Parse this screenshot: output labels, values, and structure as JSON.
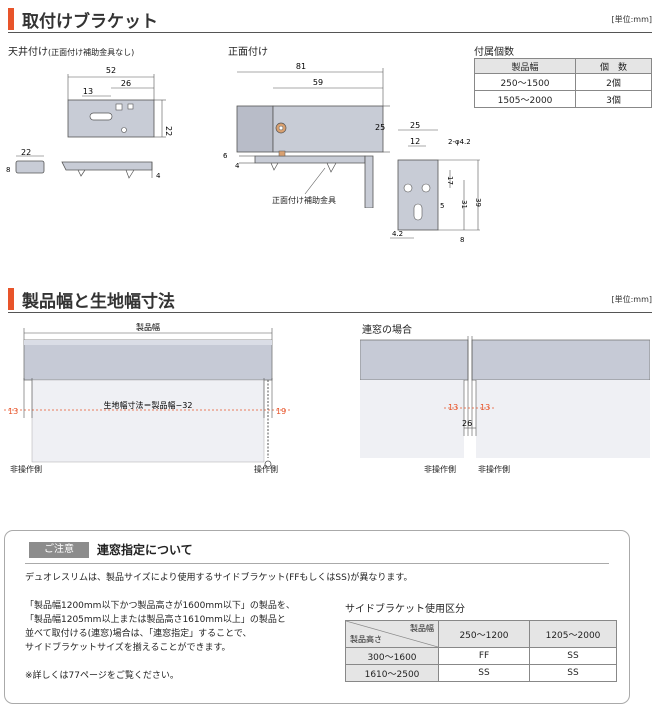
{
  "section1": {
    "title": "取付けブラケット",
    "unit": "[単位:mm]",
    "ceiling_label": "天井付け",
    "ceiling_note": "(正面付け補助金具なし)",
    "front_label": "正面付け",
    "aux_label": "正面付け補助金具",
    "dims_ceiling": [
      "52",
      "26",
      "13",
      "22",
      "22",
      "8",
      "4"
    ],
    "dims_front": [
      "81",
      "59",
      "25",
      "6",
      "4"
    ],
    "dims_detail": [
      "25",
      "12",
      "2-φ4.2",
      "17",
      "31",
      "39",
      "5",
      "8",
      "4.2"
    ]
  },
  "count_table": {
    "title": "付属個数",
    "headers": [
      "製品幅",
      "個　数"
    ],
    "rows": [
      [
        "250～1500",
        "2個"
      ],
      [
        "1505～2000",
        "3個"
      ]
    ]
  },
  "section2": {
    "title": "製品幅と生地幅寸法",
    "unit": "[単位:mm]",
    "product_width": "製品幅",
    "fabric_formula": "生地幅寸法＝製品幅−32",
    "left_dim": "13",
    "right_dim": "19",
    "non_operating": "非操作側",
    "operating": "操作側",
    "joint_title": "連窓の場合",
    "joint_left": "13",
    "joint_right": "13",
    "joint_total": "26",
    "joint_non_op_left": "非操作側",
    "joint_non_op_right": "非操作側"
  },
  "notice": {
    "tag": "ご注意",
    "title": "連窓指定について",
    "line1": "デュオレスリムは、製品サイズにより使用するサイドブラケット(FFもしくはSS)が異なります。",
    "para": [
      "「製品幅1200mm以下かつ製品高さが1600mm以下」の製品を、",
      "「製品幅1205mm以上または製品高さ1610mm以上」の製品と",
      "並べて取付ける(連窓)場合は、「連窓指定」することで、",
      "サイドブラケットサイズを揃えることができます。"
    ],
    "ref": "※詳しくは77ページをご覧ください。"
  },
  "side_table": {
    "title": "サイドブラケット使用区分",
    "corner_top": "製品幅",
    "corner_bottom": "製品高さ",
    "col_headers": [
      "250～1200",
      "1205～2000"
    ],
    "rows": [
      {
        "label": "300～1600",
        "cells": [
          "FF",
          "SS"
        ]
      },
      {
        "label": "1610～2500",
        "cells": [
          "SS",
          "SS"
        ]
      }
    ]
  }
}
